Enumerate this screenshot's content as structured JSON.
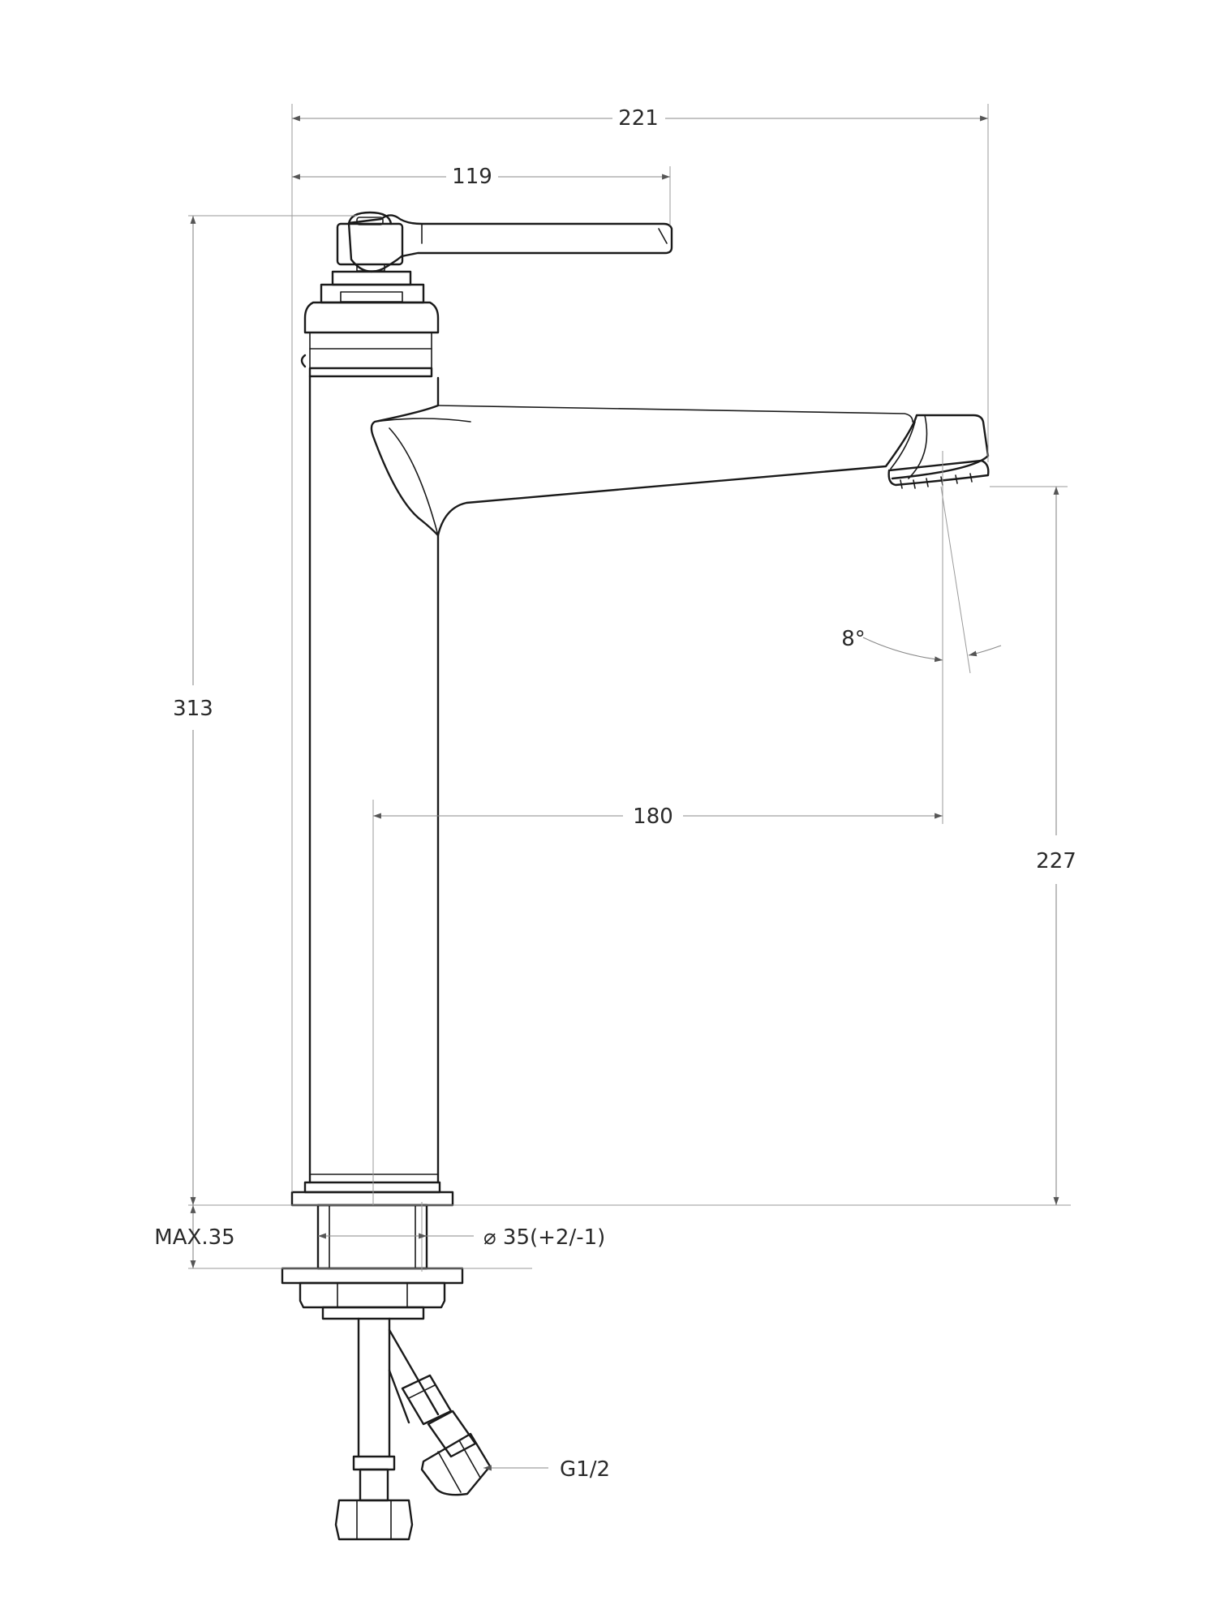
{
  "dimensions": {
    "overall_width": "221",
    "handle_reach": "119",
    "overall_height": "313",
    "spout_reach": "180",
    "spout_height": "227",
    "aerator_angle": "8°",
    "max_counter_thickness": "MAX.35",
    "hole_diameter": "⌀ 35(+2/-1)",
    "thread": "G1/2"
  },
  "colors": {
    "outline": "#1a1a1a",
    "dimension_line": "#8a8a8a"
  }
}
